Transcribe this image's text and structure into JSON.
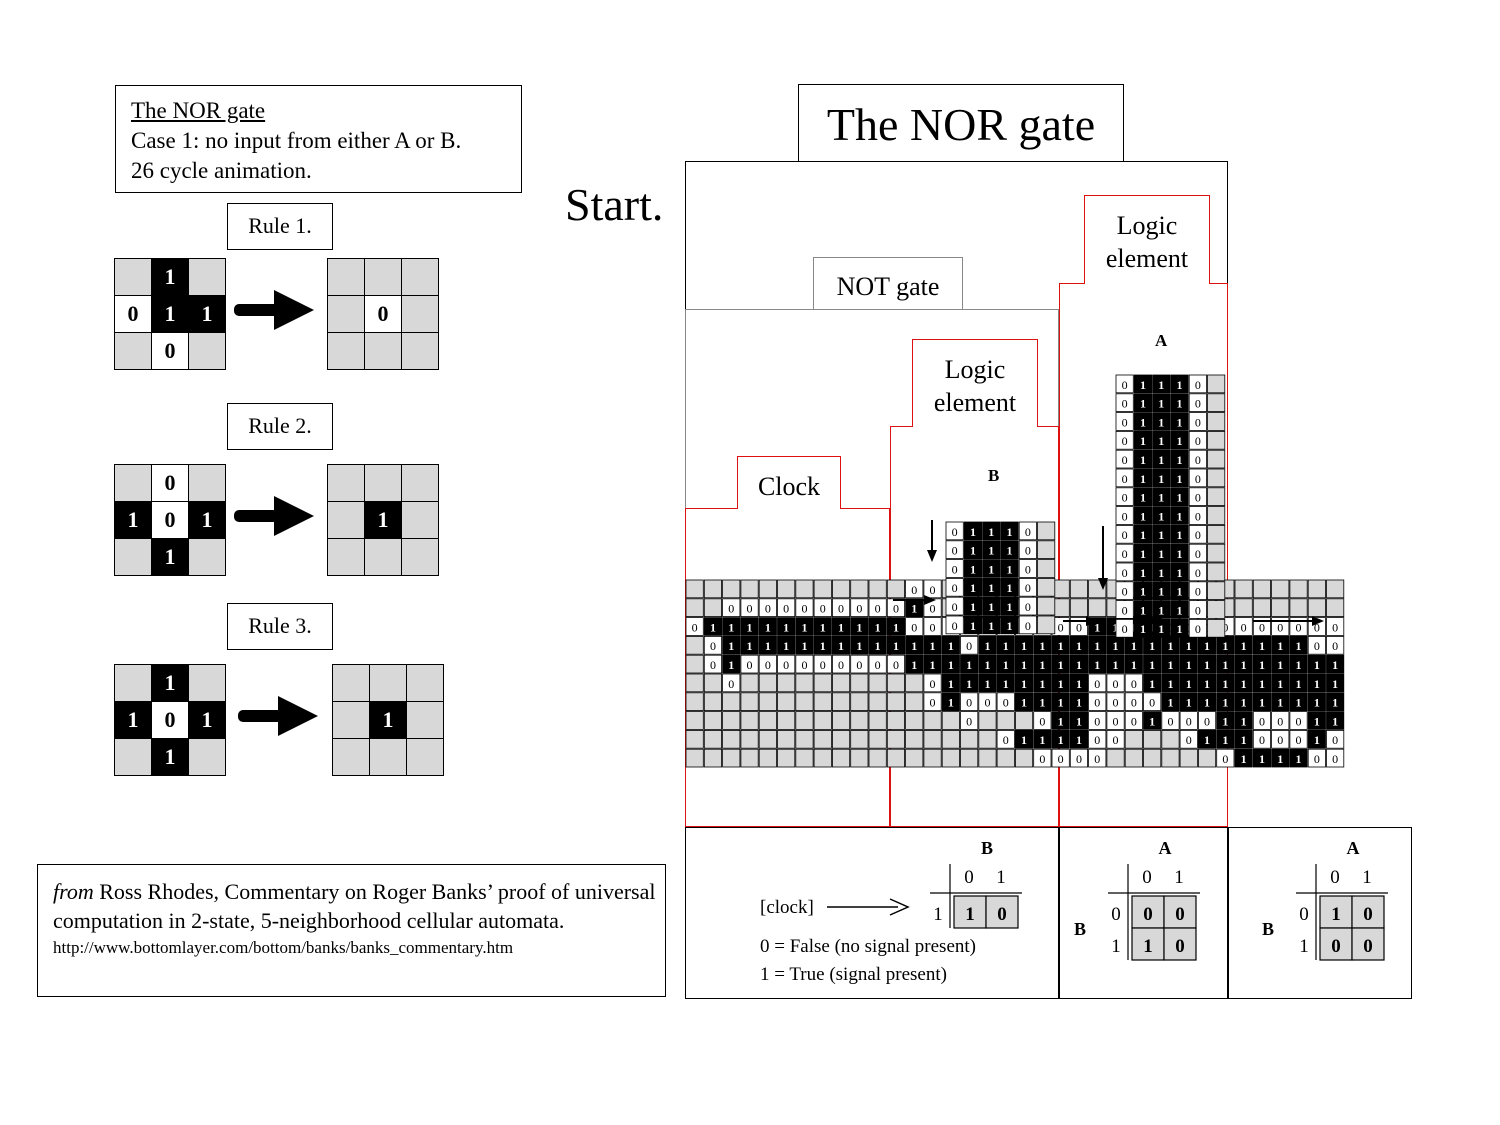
{
  "info_box": {
    "heading": "The NOR gate",
    "line1": "Case 1: no input from either A or B.",
    "line2": "26 cycle animation."
  },
  "rules": [
    {
      "label": "Rule 1.",
      "before": [
        "g",
        "1",
        "g",
        "0",
        "1",
        "1",
        "g",
        "0",
        "g"
      ],
      "after": [
        "g",
        "g",
        "g",
        "g",
        "0",
        "g",
        "g",
        "g",
        "g"
      ]
    },
    {
      "label": "Rule 2.",
      "before": [
        "g",
        "0",
        "g",
        "1",
        "0",
        "1",
        "g",
        "1",
        "g"
      ],
      "after": [
        "g",
        "g",
        "g",
        "g",
        "1",
        "g",
        "g",
        "g",
        "g"
      ]
    },
    {
      "label": "Rule 3.",
      "before": [
        "g",
        "1",
        "g",
        "1",
        "0",
        "1",
        "g",
        "1",
        "g"
      ],
      "after": [
        "g",
        "g",
        "g",
        "g",
        "1",
        "g",
        "g",
        "g",
        "g"
      ]
    }
  ],
  "main_title": "The NOR gate",
  "start_label": "Start.",
  "sections": {
    "not_gate": "NOT gate",
    "logic_element_1": "Logic element",
    "logic_element_2": "Logic element",
    "clock": "Clock",
    "input_a": "A",
    "input_b": "B"
  },
  "truth_tables": {
    "clock_label": "[clock]",
    "legend_false": "0 = False (no signal present)",
    "legend_true": "1 = True (signal present)",
    "t1": {
      "col_var": "B",
      "cols": [
        "0",
        "1"
      ],
      "row_var": "",
      "rows": [
        {
          "h": "1",
          "v": [
            "1",
            "0"
          ]
        }
      ]
    },
    "t2": {
      "col_var": "A",
      "cols": [
        "0",
        "1"
      ],
      "row_var": "B",
      "rows": [
        {
          "h": "0",
          "v": [
            "0",
            "0"
          ]
        },
        {
          "h": "1",
          "v": [
            "1",
            "0"
          ]
        }
      ]
    },
    "t3": {
      "col_var": "A",
      "cols": [
        "0",
        "1"
      ],
      "row_var": "B",
      "rows": [
        {
          "h": "0",
          "v": [
            "1",
            "0"
          ]
        },
        {
          "h": "1",
          "v": [
            "0",
            "0"
          ]
        }
      ]
    }
  },
  "source": {
    "from": "from",
    "text": "Ross Rhodes, Commentary on Roger Banks’ proof of universal computation in 2-state, 5-neighborhood cellular automata.",
    "url": "http://www.bottomlayer.com/bottom/banks/banks_commentary.htm"
  }
}
